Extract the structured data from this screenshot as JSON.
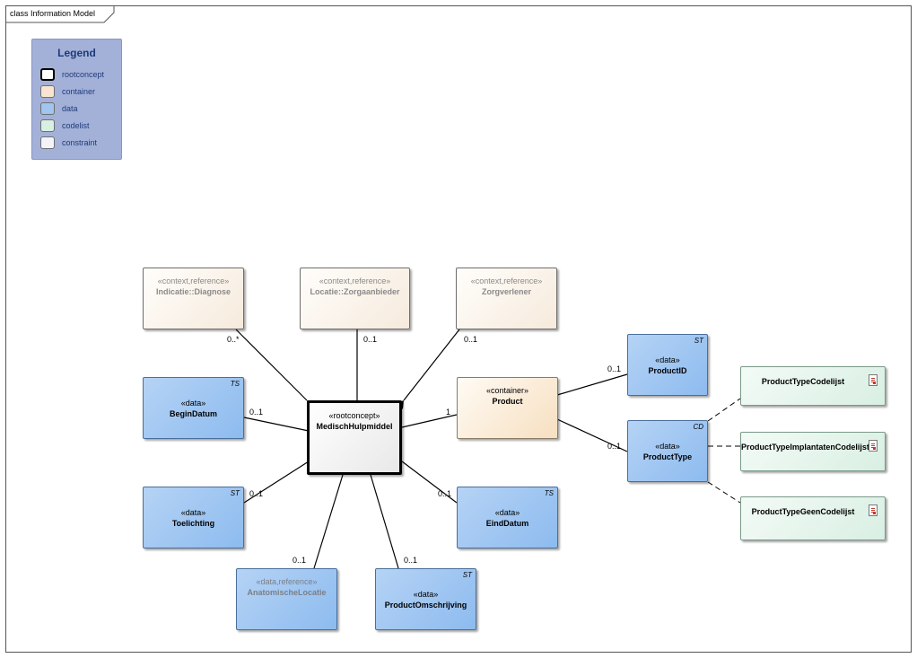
{
  "frame": {
    "title": "class Information Model"
  },
  "legend": {
    "title": "Legend",
    "items": [
      {
        "label": "rootconcept",
        "color": "#ffffff",
        "border": "#000000"
      },
      {
        "label": "container",
        "color": "#f8e4d1",
        "border": "#8a7b66"
      },
      {
        "label": "data",
        "color": "#9fc5f0",
        "border": "#4a6f9a"
      },
      {
        "label": "codelist",
        "color": "#d8f0e1",
        "border": "#7a9a88"
      },
      {
        "label": "constraint",
        "color": "#f2f4fa",
        "border": "#6f6f6f"
      }
    ]
  },
  "classes": {
    "diagnose": {
      "stereotype": "«context,reference»",
      "name": "Indicatie::Diagnose"
    },
    "zorgaanbieder": {
      "stereotype": "«context,reference»",
      "name": "Locatie::Zorgaanbieder"
    },
    "zorgverlener": {
      "stereotype": "«context,reference»",
      "name": "Zorgverlener"
    },
    "begindatum": {
      "stereotype": "«data»",
      "name": "BeginDatum",
      "tag": "TS"
    },
    "medisch": {
      "stereotype": "«rootconcept»",
      "name": "MedischHulpmiddel"
    },
    "product": {
      "stereotype": "«container»",
      "name": "Product"
    },
    "productid": {
      "stereotype": "«data»",
      "name": "ProductID",
      "tag": "ST"
    },
    "producttype": {
      "stereotype": "«data»",
      "name": "ProductType",
      "tag": "CD"
    },
    "toelichting": {
      "stereotype": "«data»",
      "name": "Toelichting",
      "tag": "ST"
    },
    "einddatum": {
      "stereotype": "«data»",
      "name": "EindDatum",
      "tag": "TS"
    },
    "anatomisch": {
      "stereotype": "«data,reference»",
      "name": "AnatomischeLocatie"
    },
    "omschrijving": {
      "stereotype": "«data»",
      "name": "ProductOmschrijving",
      "tag": "ST"
    },
    "codelijst": {
      "name": "ProductTypeCodelijst"
    },
    "implantaten": {
      "name": "ProductTypeImplantatenCodelijst"
    },
    "geen": {
      "name": "ProductTypeGeenCodelijst"
    }
  },
  "multiplicities": {
    "diagnose": "0..*",
    "zorgaanbieder": "0..1",
    "zorgverlener": "0..1",
    "begindatum": "0..1",
    "product": "1",
    "productid": "0..1",
    "producttype": "0..1",
    "toelichting": "0..1",
    "einddatum": "0..1",
    "anatomisch": "0..1",
    "omschrijving": "0..1"
  }
}
